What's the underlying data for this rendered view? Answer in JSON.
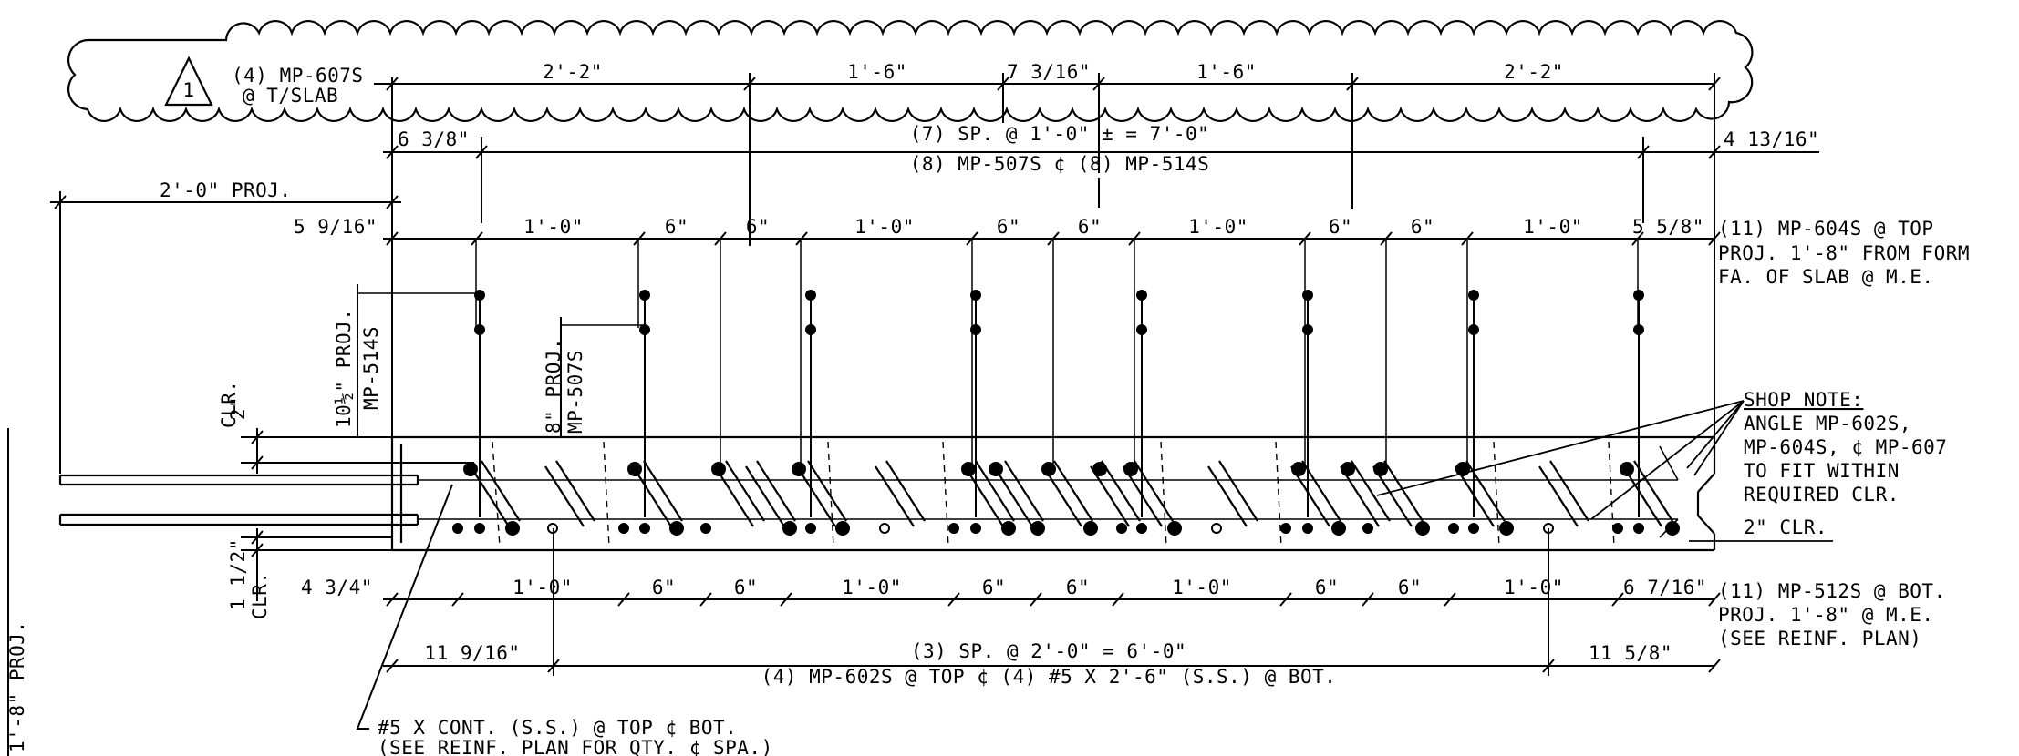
{
  "revision": {
    "number": "1",
    "line1": "(4) MP-607S",
    "line2": "@ T/SLAB"
  },
  "top_dims": [
    "2'-2\"",
    "1'-6\"",
    "7 3/16\"",
    "1'-6\"",
    "2'-2\""
  ],
  "spacing": {
    "left_end": "6 3/8\"",
    "right_end": "4 13/16\"",
    "line1": "(7) SP. @ 1'-0\" ± = 7'-0\"",
    "line2": "(8) MP-507S ¢ (8) MP-514S"
  },
  "proj_top": "2'-0\" PROJ.",
  "upper_dims": [
    "5 9/16\"",
    "1'-0\"",
    "6\"",
    "6\"",
    "1'-0\"",
    "6\"",
    "6\"",
    "1'-0\"",
    "6\"",
    "6\"",
    "1'-0\"",
    "5 5/8\""
  ],
  "lower_dims": [
    "4 3/4\"",
    "1'-0\"",
    "6\"",
    "6\"",
    "1'-0\"",
    "6\"",
    "6\"",
    "1'-0\"",
    "6\"",
    "6\"",
    "1'-0\"",
    "6 7/16\""
  ],
  "right_notes": {
    "top_bar": "(11) MP-604S @ TOP",
    "top_proj": "PROJ. 1'-8\" FROM FORM",
    "top_fa": "FA. OF SLAB @ M.E.",
    "shop_note_title": "SHOP NOTE:",
    "shop_note_1": "ANGLE MP-602S,",
    "shop_note_2": "MP-604S, ¢ MP-607",
    "shop_note_3": "TO FIT WITHIN",
    "shop_note_4": "REQUIRED CLR.",
    "clr_2": "2\" CLR.",
    "bot_bar": "(11) MP-512S @ BOT.",
    "bot_proj": "PROJ. 1'-8\" @ M.E.",
    "bot_see": "(SEE REINF. PLAN)"
  },
  "vertical_labels": {
    "clr_2": "2\"",
    "clr_2_clr": "CLR.",
    "proj_10": "10½\" PROJ.",
    "mp514": "MP-514S",
    "proj_8": "8\" PROJ.",
    "mp507": "MP-507S",
    "clr_15": "1 1/2\"",
    "clr_15_clr": "CLR.",
    "edge_proj": "1'-8\" PROJ."
  },
  "bottom": {
    "left_end": "11 9/16\"",
    "right_end": "11 5/8\"",
    "line1": "(3) SP. @ 2'-0\" = 6'-0\"",
    "line2": "(4) MP-602S @ TOP ¢ (4) #5 X 2'-6\" (S.S.) @ BOT."
  },
  "footnote": {
    "line1": "#5 X CONT. (S.S.) @ TOP ¢ BOT.",
    "line2": "(SEE REINF. PLAN FOR QTY. ¢ SPA.)"
  }
}
